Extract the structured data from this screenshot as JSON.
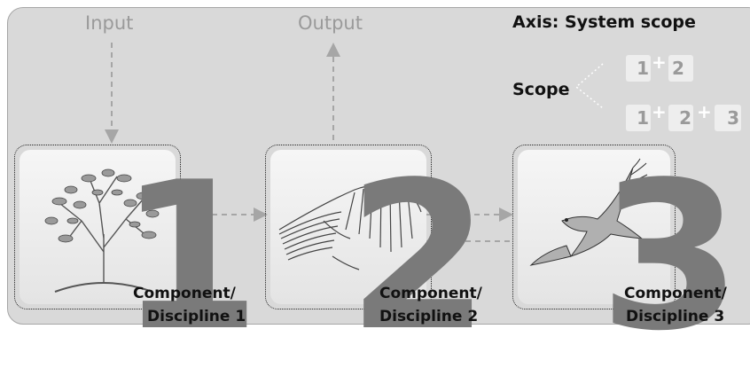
{
  "input_label": "Input",
  "output_label": "Output",
  "axis_title": "Axis: System scope",
  "scope_label": "Scope",
  "scope_rows": [
    {
      "items": [
        "1",
        "2"
      ]
    },
    {
      "items": [
        "1",
        "2",
        "3"
      ]
    }
  ],
  "plus_sign": "+",
  "components": [
    {
      "number": "1",
      "label_line1": "Component/",
      "label_line2": "Discipline 1",
      "icon": "tree-icon"
    },
    {
      "number": "2",
      "label_line1": "Component/",
      "label_line2": "Discipline 2",
      "icon": "mountain-icon"
    },
    {
      "number": "3",
      "label_line1": "Component/",
      "label_line2": "Discipline 3",
      "icon": "hawk-icon"
    }
  ],
  "colors": {
    "panel": "#d9d9d9",
    "number": "#7a7a7a",
    "arrow": "#a6a6a6",
    "faded_text": "#9a9a9a"
  }
}
